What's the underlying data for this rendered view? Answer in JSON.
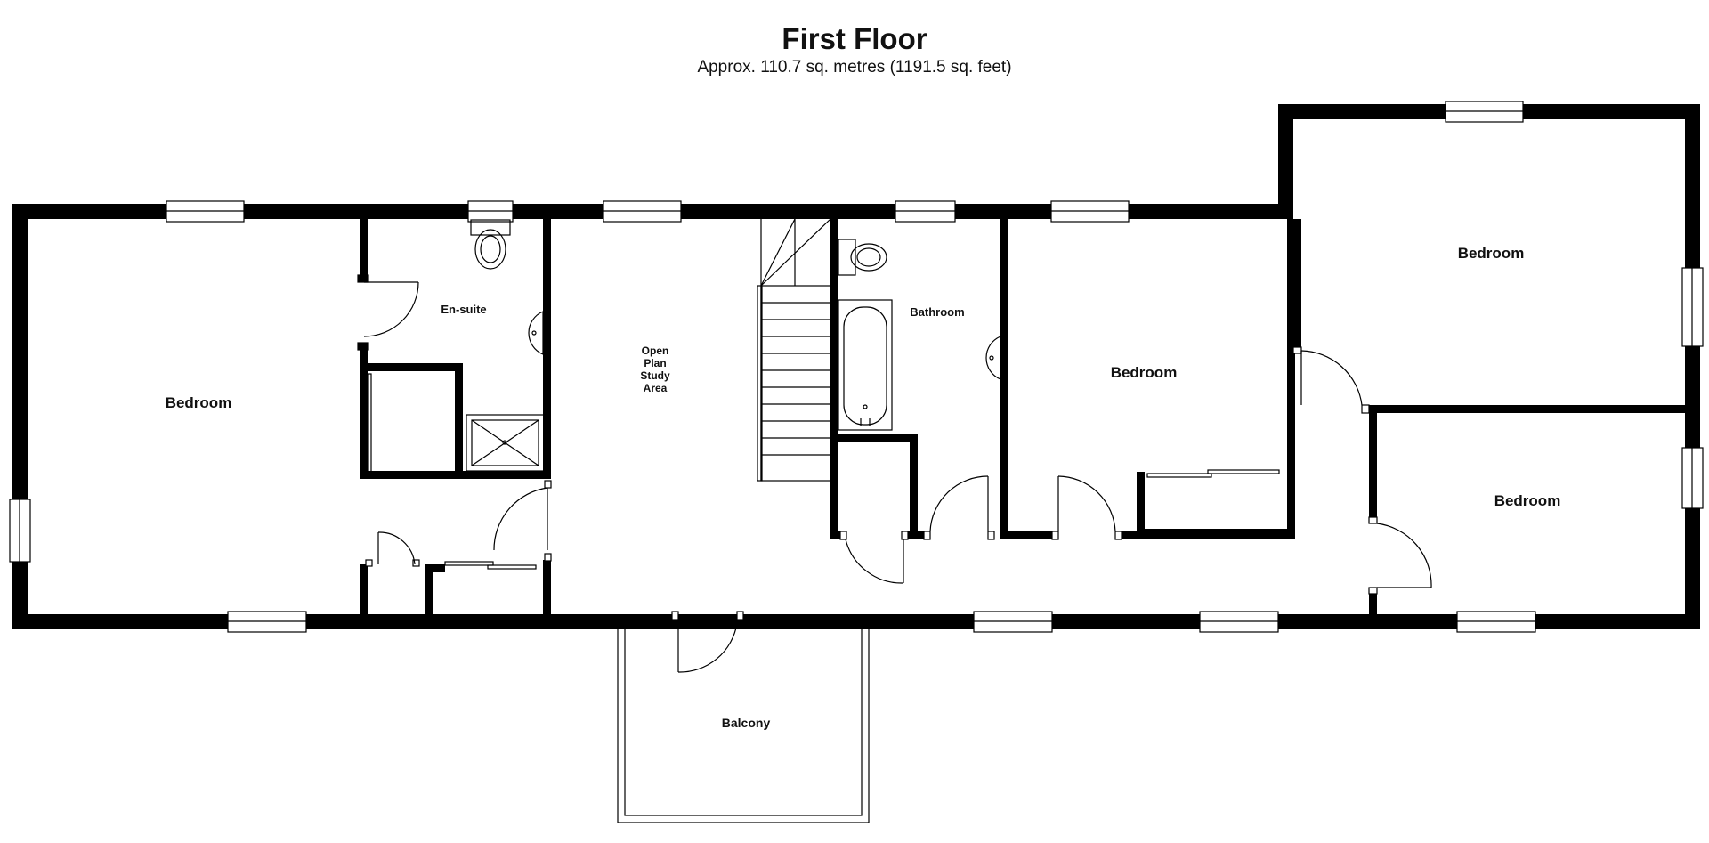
{
  "title": "First Floor",
  "subtitle": "Approx. 110.7 sq. metres (1191.5 sq. feet)",
  "rooms": {
    "bedroom_left": "Bedroom",
    "ensuite": "En-suite",
    "study_line1": "Open",
    "study_line2": "Plan",
    "study_line3": "Study",
    "study_line4": "Area",
    "bathroom": "Bathroom",
    "bedroom_middle": "Bedroom",
    "bedroom_top_right": "Bedroom",
    "bedroom_bottom_right": "Bedroom",
    "balcony": "Balcony"
  }
}
